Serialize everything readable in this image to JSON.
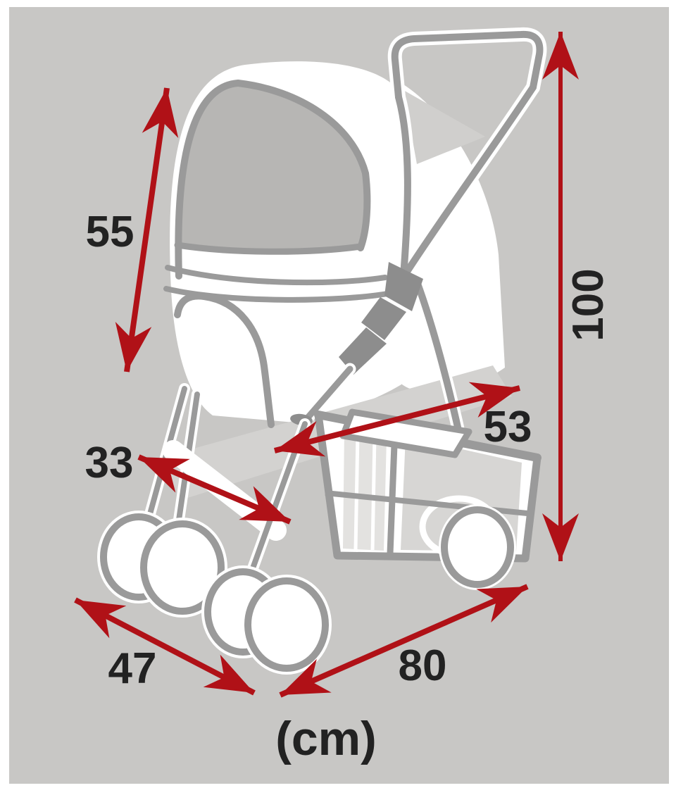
{
  "diagram": {
    "subject": "pet stroller dimension diagram",
    "unit_label": "(cm)",
    "measurements": {
      "canopy_height": "55",
      "overall_height": "100",
      "upper_depth": "53",
      "inner_width": "33",
      "front_track_width": "47",
      "base_length": "80"
    },
    "colors": {
      "background_gray": "#c8c7c5",
      "arrow_red": "#b01117",
      "outline_gray": "#9a9a9a",
      "mesh_gray": "#b7b6b4",
      "shade_gray": "#d3d2d0",
      "dark_gray": "#8d8d8d",
      "label_text": "#222222"
    }
  }
}
